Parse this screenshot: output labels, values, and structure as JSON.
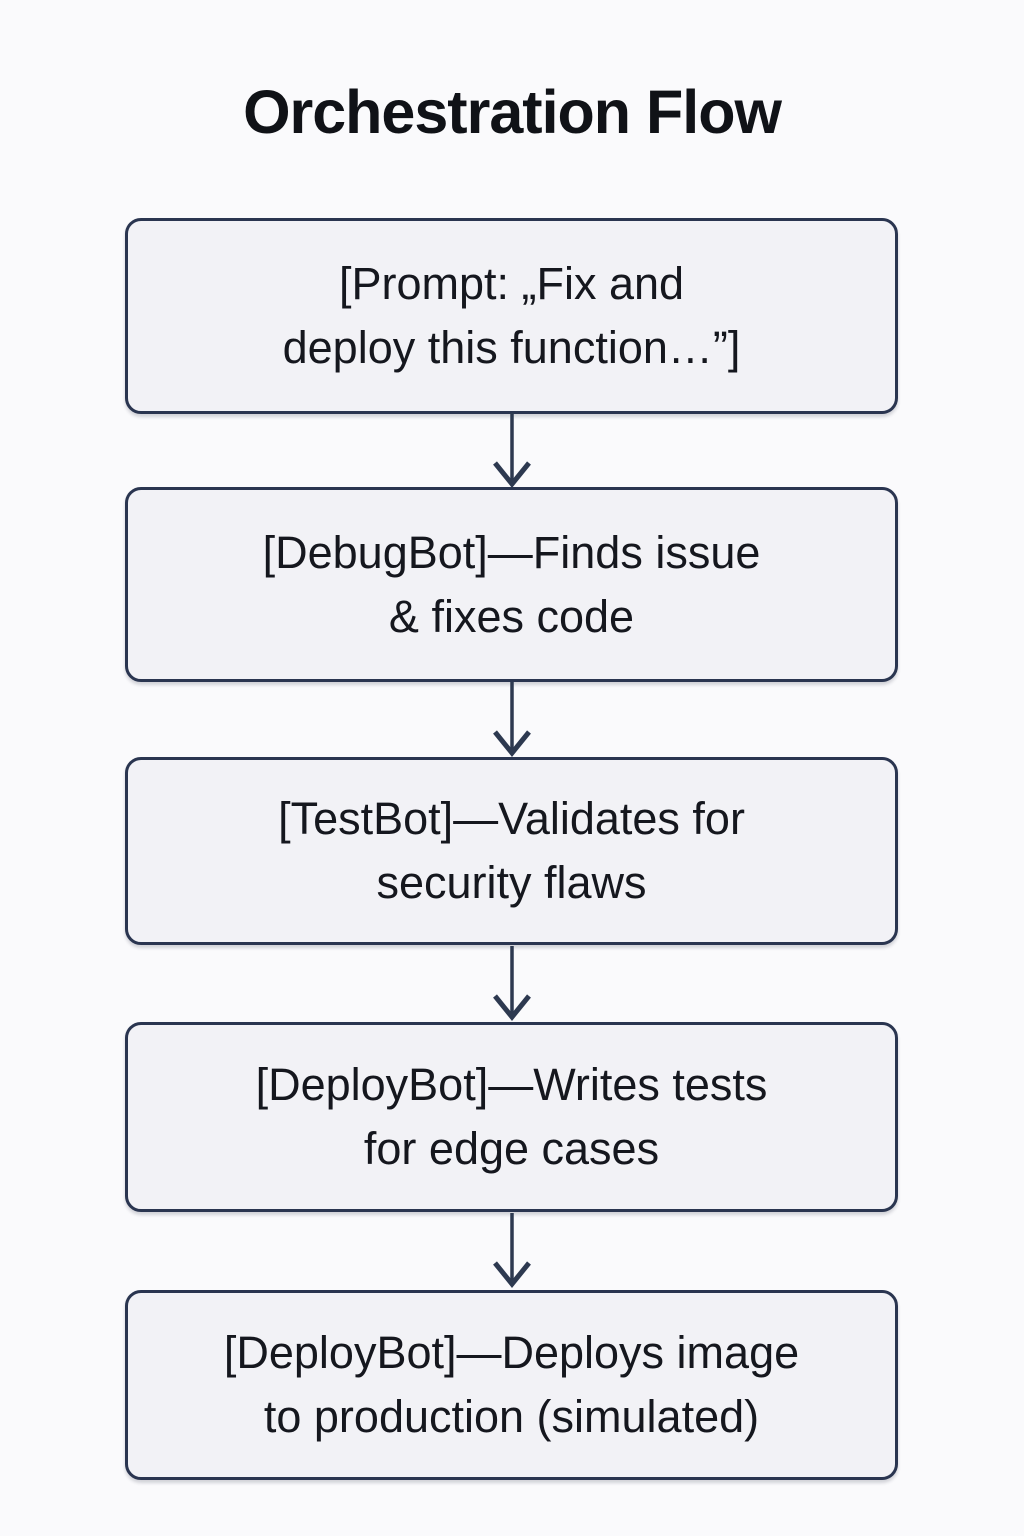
{
  "title": "Orchestration Flow",
  "colors": {
    "background": "#fafafc",
    "box_fill": "#f2f2f6",
    "box_border": "#2a3550",
    "text": "#15171e",
    "title": "#101217",
    "arrow": "#2d3950"
  },
  "flow": {
    "nodes": [
      {
        "id": "prompt",
        "line1": "[Prompt: „Fix and",
        "line2": "deploy this function…”]"
      },
      {
        "id": "debugbot",
        "line1": "[DebugBot]—Finds issue",
        "line2": "& fixes code"
      },
      {
        "id": "testbot",
        "line1": "[TestBot]—Validates for",
        "line2": "security flaws"
      },
      {
        "id": "deploybot-tests",
        "line1": "[DeployBot]—Writes tests",
        "line2": "for edge cases"
      },
      {
        "id": "deploybot-deploy",
        "line1": "[DeployBot]—Deploys image",
        "line2": "to production (simulated)"
      }
    ]
  }
}
